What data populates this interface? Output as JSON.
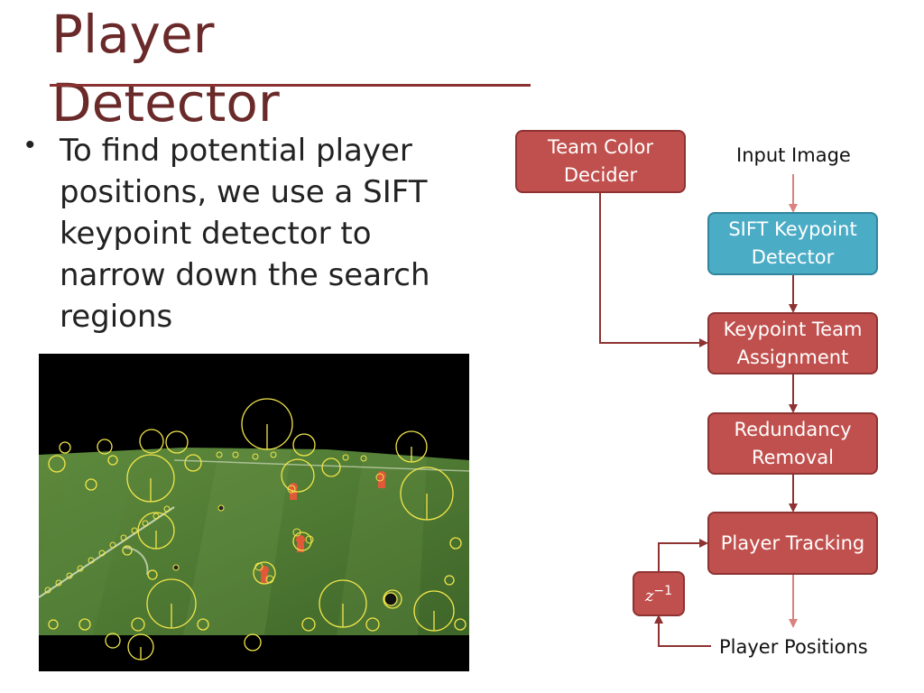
{
  "slide": {
    "title_line1": "Player",
    "title_line2": "Detector",
    "bullet": "To find potential player positions, we use a SIFT keypoint detector to narrow down the search regions"
  },
  "diagram": {
    "team_color_decider_line1": "Team Color",
    "team_color_decider_line2": "Decider",
    "input_image": "Input Image",
    "sift_line1": "SIFT Keypoint",
    "sift_line2": "Detector",
    "assignment_line1": "Keypoint Team",
    "assignment_line2": "Assignment",
    "redundancy_line1": "Redundancy",
    "redundancy_line2": "Removal",
    "player_tracking": "Player Tracking",
    "delay_base": "z",
    "delay_exp": "−1",
    "player_positions": "Player Positions"
  },
  "colors": {
    "red_box": "#c0504d",
    "blue_box": "#4bacc6",
    "arrow": "#8e3232",
    "title": "#6b2a2a"
  }
}
